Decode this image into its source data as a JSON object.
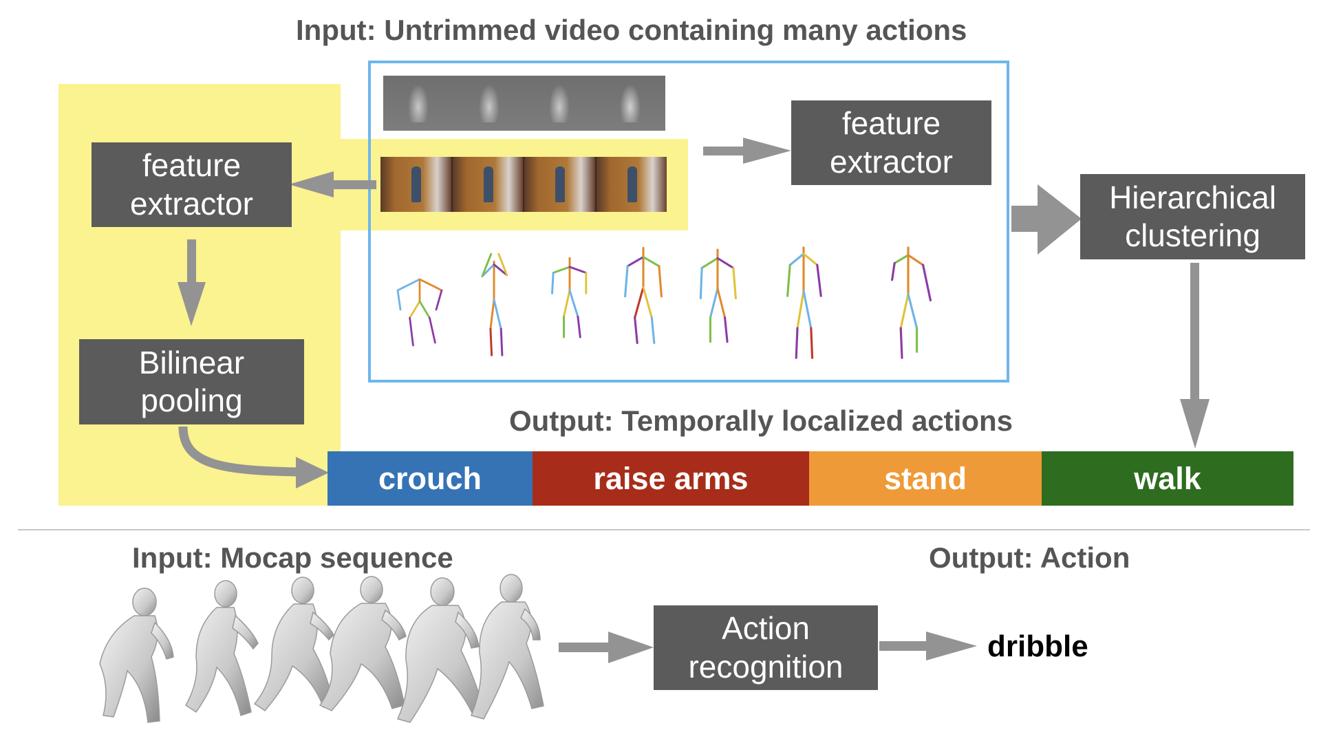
{
  "top": {
    "input_title": "Input: Untrimmed video containing many actions",
    "output_title": "Output: Temporally localized actions",
    "feature_extractor_left": [
      "feature",
      "extractor"
    ],
    "feature_extractor_right": [
      "feature",
      "extractor"
    ],
    "bilinear_pooling": [
      "Bilinear",
      "pooling"
    ],
    "hierarchical_clustering": [
      "Hierarchical",
      "clustering"
    ]
  },
  "timeline": {
    "segments": [
      {
        "label": "crouch",
        "color": "#3573b5"
      },
      {
        "label": "raise arms",
        "color": "#a72d1a"
      },
      {
        "label": "stand",
        "color": "#ef9a38"
      },
      {
        "label": "walk",
        "color": "#2e6d20"
      }
    ]
  },
  "bottom": {
    "input_title": "Input: Mocap sequence",
    "output_title": "Output: Action",
    "action_recognition": [
      "Action",
      "recognition"
    ],
    "result": "dribble"
  },
  "colors": {
    "highlight_yellow": "#fbf290",
    "video_frame_border": "#6cb6ee",
    "box_gray": "#5b5b5b",
    "arrow_gray": "#939393",
    "divider": "#c8c8c8"
  },
  "icons": {
    "skeleton": "skeleton-figure-icon",
    "mocap_body": "mocap-body-icon",
    "video_frame": "video-frame-thumbnail",
    "flow_frame": "optical-flow-frame"
  }
}
